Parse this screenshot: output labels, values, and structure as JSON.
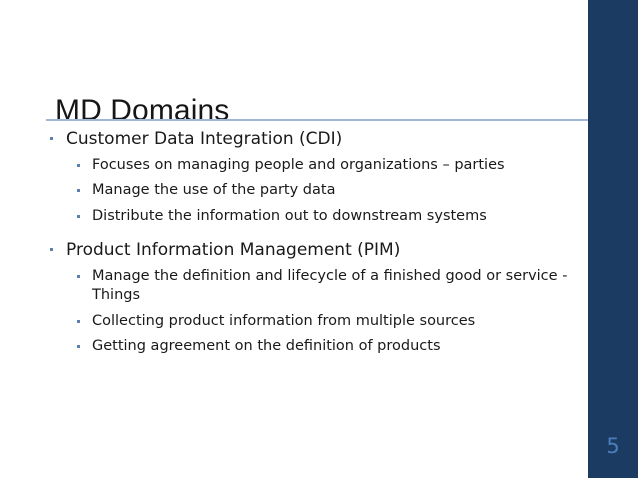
{
  "slide": {
    "title": "MD Domains",
    "page_number": "5",
    "accent_navy": "#1c3b63",
    "rule_color": "#9fb8d4",
    "bullet_color": "#5b80ab",
    "page_number_color": "#4a7ebb",
    "title_color": "#161616",
    "body_color": "#1a1a1a",
    "background": "#ffffff"
  },
  "content": {
    "groups": [
      {
        "heading": "Customer Data Integration (CDI)",
        "sub_bullets": [
          "Focuses on managing people and organizations – parties",
          "Manage the use of the party data",
          "Distribute the information out to downstream systems"
        ]
      },
      {
        "heading": "Product Information Management  (PIM)",
        "sub_bullets": [
          "Manage the definition and lifecycle of a finished good or service - Things",
          "Collecting product information from multiple sources",
          "Getting agreement on the definition of products"
        ]
      }
    ]
  }
}
